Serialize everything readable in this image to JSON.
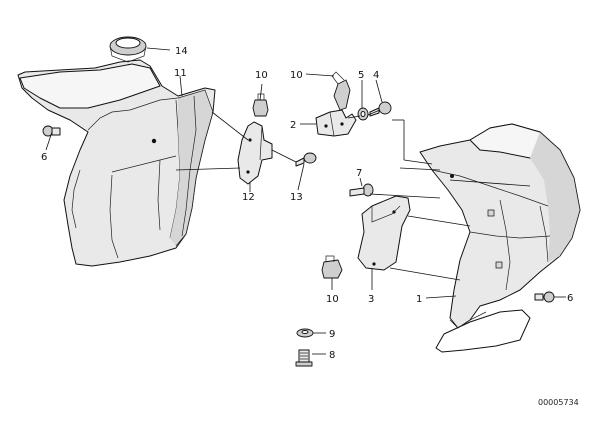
{
  "callouts": {
    "c14": "14",
    "c11": "11",
    "c6_left": "6",
    "c10_top_left": "10",
    "c12": "12",
    "c13": "13",
    "c10_top_right": "10",
    "c5": "5",
    "c4": "4",
    "c2": "2",
    "c7": "7",
    "c3": "3",
    "c10_bottom": "10",
    "c1": "1",
    "c6_right": "6",
    "c9": "9",
    "c8": "8"
  },
  "document_number": "00005734",
  "colors": {
    "line": "#111111",
    "part_fill": "#e9e9e9",
    "background": "#ffffff"
  }
}
